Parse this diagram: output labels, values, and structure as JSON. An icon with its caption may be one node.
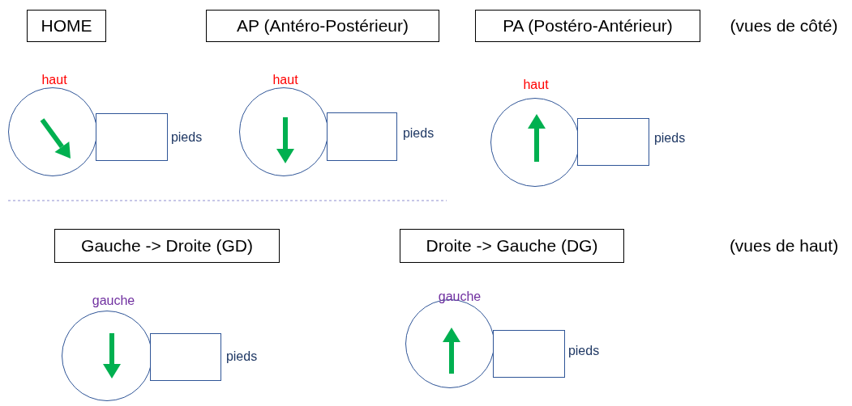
{
  "diagram": {
    "nodes": [
      {
        "text": [
          "HOME"
        ]
      },
      {
        "text": [
          "AP (Antéro-Postérieur)"
        ]
      },
      {
        "text": [
          "PA (Postéro-Antérieur)"
        ]
      },
      {
        "text": [],
        "shape": "circle"
      },
      {
        "text": [],
        "shape": "box"
      },
      {
        "text": [],
        "shape": "circle"
      },
      {
        "text": [],
        "shape": "box"
      },
      {
        "text": [],
        "shape": "circle"
      },
      {
        "text": [],
        "shape": "box"
      },
      {
        "text": [
          "Gauche -> Droite (GD)"
        ]
      },
      {
        "text": [
          "Droite -> Gauche (DG)"
        ]
      },
      {
        "text": [],
        "shape": "circle"
      },
      {
        "text": [],
        "shape": "box"
      },
      {
        "text": [],
        "shape": "circle"
      },
      {
        "text": [],
        "shape": "box"
      }
    ],
    "labels": [
      "(vues de côté)",
      "haut",
      "haut",
      "haut",
      "pieds",
      "pieds",
      "pieds",
      "(vues de haut)",
      "gauche",
      "gauche",
      "pieds",
      "pieds"
    ]
  }
}
